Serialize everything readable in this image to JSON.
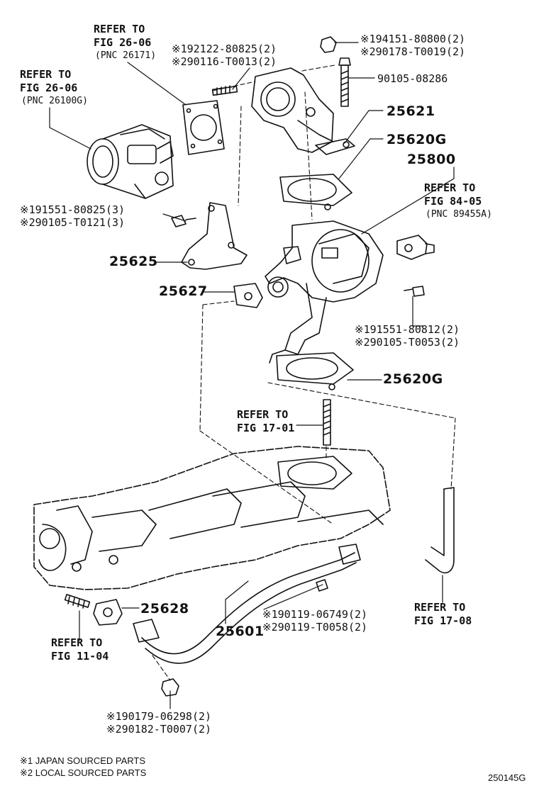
{
  "refs": {
    "fig2606_pnc26171": [
      "REFER TO",
      "FIG 26-06",
      "(PNC 26171)"
    ],
    "fig2606_pnc26100g": [
      "REFER TO",
      "FIG 26-06",
      "(PNC 26100G)"
    ],
    "fig8405": [
      "REFER TO",
      "FIG 84-05",
      "(PNC 89455A)"
    ],
    "fig1701": [
      "REFER TO",
      "FIG 17-01"
    ],
    "fig1708": [
      "REFER TO",
      "FIG 17-08"
    ],
    "fig1104": [
      "REFER TO",
      "FIG 11-04"
    ]
  },
  "parts": {
    "stud_top": [
      "※192122-80825(2)",
      "※290116-T0013(2)"
    ],
    "nut_top": [
      "※194151-80800(2)",
      "※290178-T0019(2)"
    ],
    "bolt_top": "90105-08286",
    "p25621": "25621",
    "p25620g_top": "25620G",
    "p25800": "25800",
    "bolt_left": [
      "※191551-80825(3)",
      "※290105-T0121(3)"
    ],
    "p25625": "25625",
    "p25627": "25627",
    "bolt_right": [
      "※191551-80812(2)",
      "※290105-T0053(2)"
    ],
    "p25620g_bottom": "25620G",
    "p25628": "25628",
    "p25601": "25601",
    "bolt_pipe": [
      "※190119-06749(2)",
      "※290119-T0058(2)"
    ],
    "nut_bottom": [
      "※190179-06298(2)",
      "※290182-T0007(2)"
    ]
  },
  "notes": [
    "※1 JAPAN  SOURCED PARTS",
    "※2 LOCAL SOURCED PARTS"
  ],
  "figure_id": "250145G"
}
